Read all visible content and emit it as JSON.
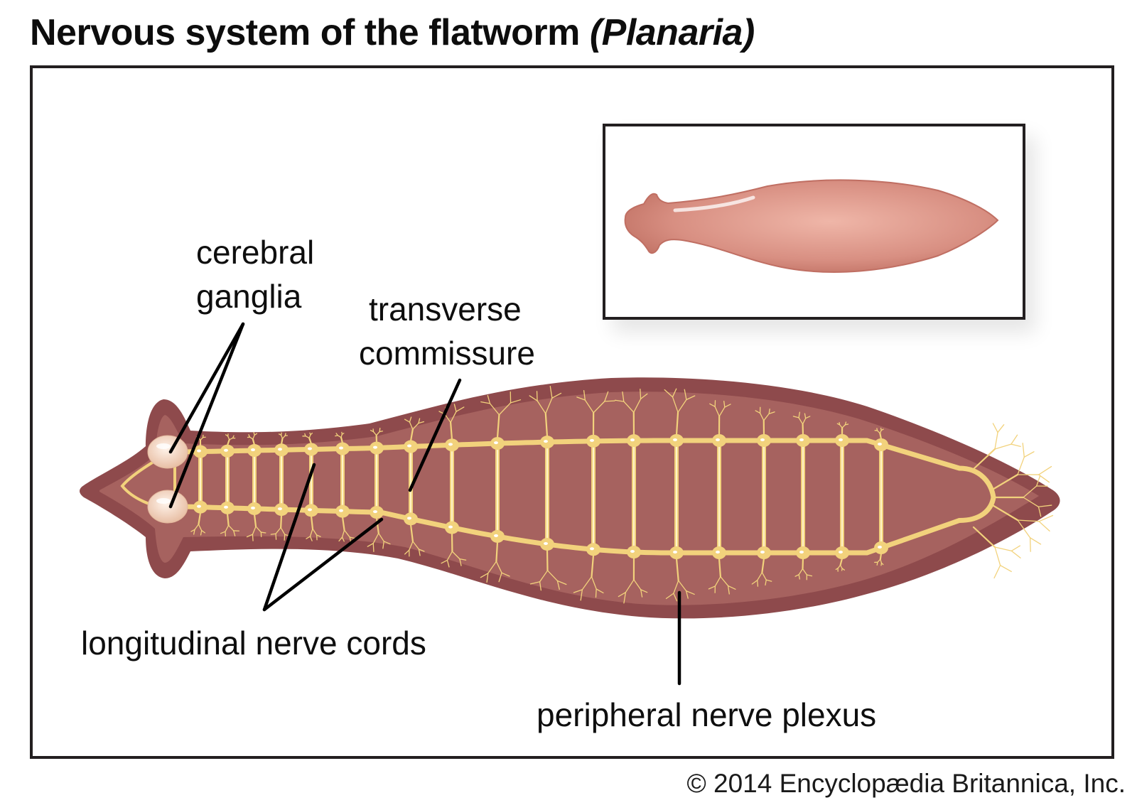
{
  "title": {
    "main": "Nervous system of the flatworm ",
    "scientific": "(Planaria)"
  },
  "inset": {
    "description": "external view of flatworm body"
  },
  "labels": {
    "cerebral_ganglia_1": "cerebral",
    "cerebral_ganglia_2": "ganglia",
    "transverse_commissure_1": "transverse",
    "transverse_commissure_2": "commissure",
    "longitudinal_nerve_cords": "longitudinal nerve cords",
    "peripheral_nerve_plexus": "peripheral nerve plexus"
  },
  "colors": {
    "body_outer": "#8e4a4c",
    "body_inner": "#a6625f",
    "nerve": "#f2d27c",
    "nerve_highlight": "#fff4c8",
    "ganglia": "#f3cfb8",
    "inset_body": "#d88f82",
    "frame": "#231f20"
  },
  "nerve_system": {
    "transverse_commissures": 20,
    "cerebral_ganglia": 2,
    "longitudinal_cords": 2
  },
  "copyright": "© 2014 Encyclopædia Britannica, Inc."
}
